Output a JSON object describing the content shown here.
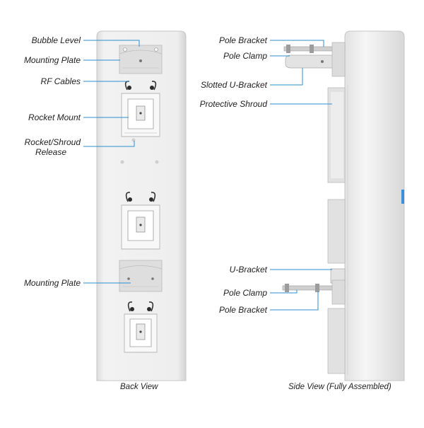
{
  "colors": {
    "leader": "#2d8fd0",
    "panel": "#ececec",
    "panel_edge": "#c9c9c9",
    "bracket": "#dadada",
    "accent_blue": "#3a8fd8"
  },
  "back_view": {
    "caption": "Back View",
    "labels": {
      "bubble_level": "Bubble Level",
      "mounting_plate_top": "Mounting Plate",
      "rf_cables": "RF Cables",
      "rocket_mount": "Rocket Mount",
      "rocket_shroud_release_line1": "Rocket/Shroud",
      "rocket_shroud_release_line2": "Release",
      "mounting_plate_bottom": "Mounting Plate"
    }
  },
  "side_view": {
    "caption": "Side View (Fully Assembled)",
    "labels": {
      "pole_bracket_top": "Pole Bracket",
      "pole_clamp_top": "Pole Clamp",
      "slotted_u_bracket": "Slotted U-Bracket",
      "protective_shroud": "Protective Shroud",
      "u_bracket": "U-Bracket",
      "pole_clamp_bottom": "Pole Clamp",
      "pole_bracket_bottom": "Pole Bracket"
    }
  }
}
